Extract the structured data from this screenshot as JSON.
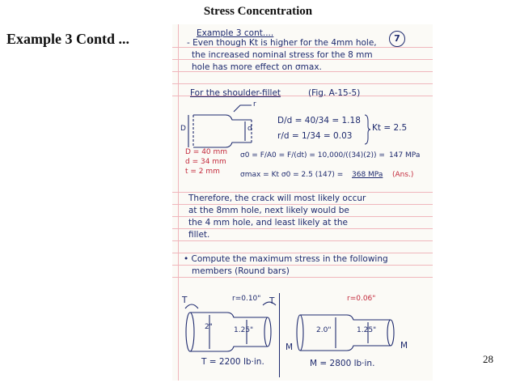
{
  "slide": {
    "title": "Stress Concentration",
    "subtitle": "Example 3 Contd ...",
    "page_number": "28"
  },
  "notes": {
    "heading": "Example 3 cont....",
    "page_circle": "7",
    "para1": [
      "- Even though Kt is higher for the 4mm hole,",
      "the increased nominal stress for the 8 mm",
      "hole has more effect on σmax."
    ],
    "section2_heading": "For the shoulder-fillet",
    "section2_ref": "(Fig. A-15-5)",
    "fig1": {
      "label_D": "D",
      "label_d": "d",
      "label_r": "r",
      "params": [
        "D = 40 mm",
        "d = 34 mm",
        "t = 2 mm"
      ]
    },
    "calc": {
      "line1": "D/d = 40/34 = 1.18",
      "line2": "r/d = 1/34 = 0.03",
      "kt": "Kt = 2.5",
      "line3_start": "σ0 = F/A0 = F/(dt) = 10,000/((34)(2)) = ",
      "line3_result": "147 MPa",
      "line4_start": "σmax = Kt σ0 = 2.5 (147) = ",
      "line4_result": "368 MPa",
      "ans": "(Ans.)"
    },
    "para3": [
      "Therefore, the crack will most likely occur",
      "at the 8mm hole, next likely would be",
      "the 4 mm hole, and least likely at the",
      "fillet."
    ],
    "task": [
      "• Compute the maximum stress in the following",
      "members (Round bars)"
    ],
    "fig2": {
      "r": "r=0.10\"",
      "d1": "2\"",
      "d2": "1.25\"",
      "torque_label": "T",
      "load": "T = 2200 lb·in."
    },
    "fig3": {
      "r": "r=0.06\"",
      "d1": "2.0\"",
      "d2": "1.25\"",
      "moment_label": "M",
      "load": "M = 2800 lb·in."
    }
  }
}
